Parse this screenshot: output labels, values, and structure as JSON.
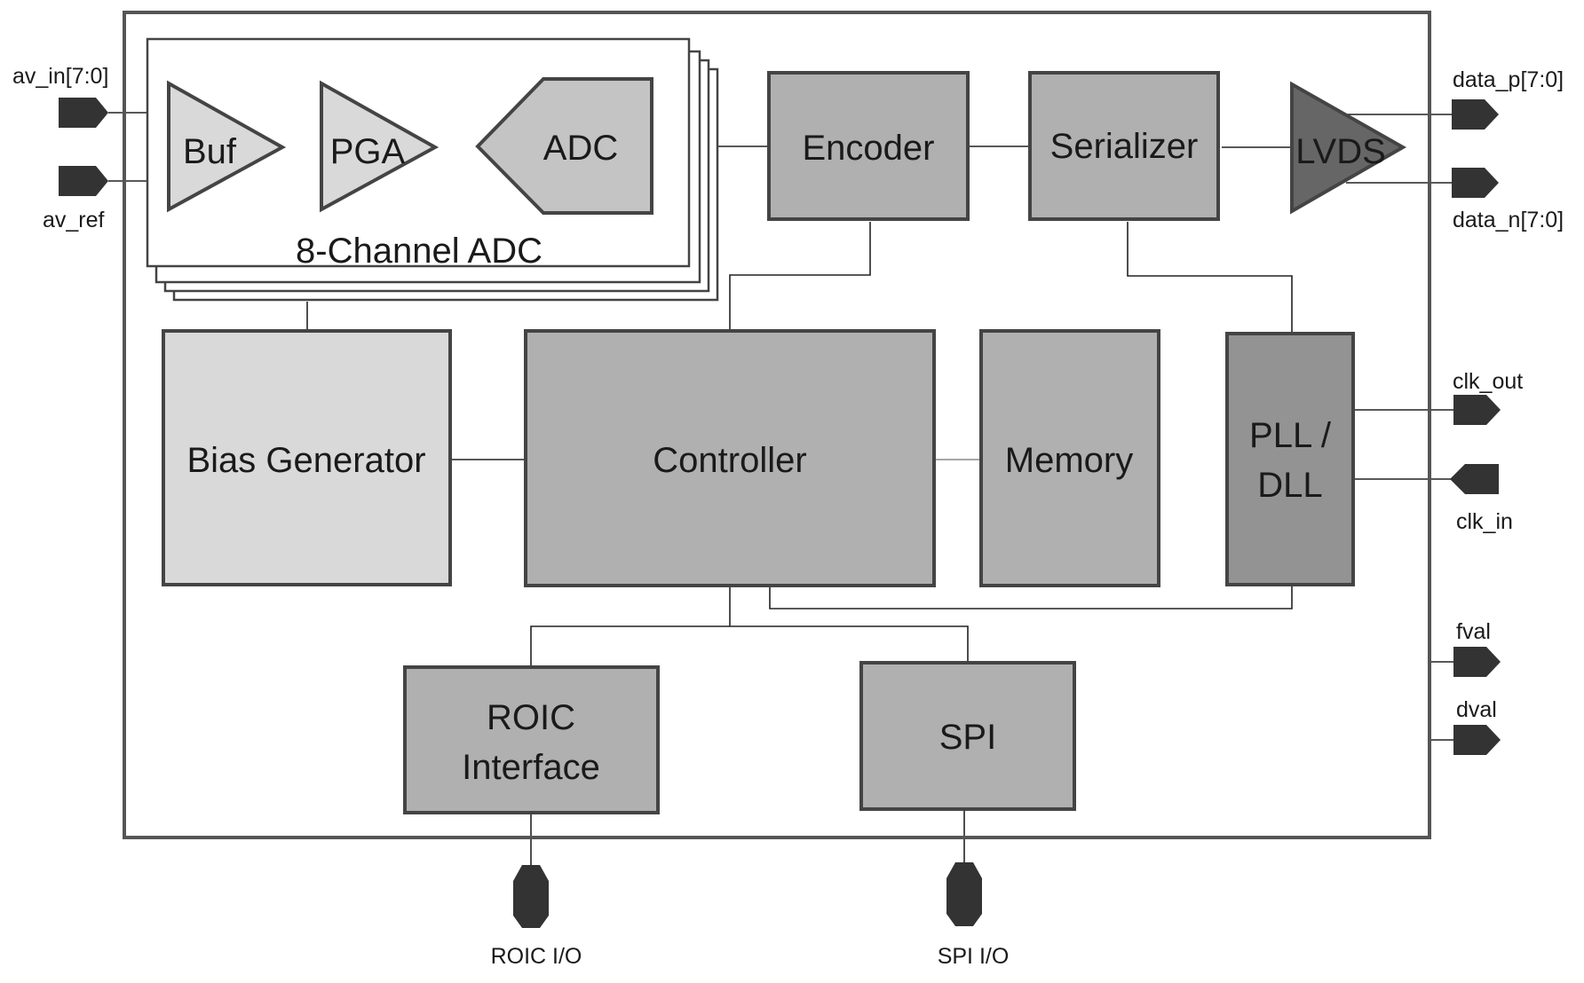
{
  "blocks": {
    "buf": "Buf",
    "pga": "PGA",
    "adc": "ADC",
    "adc_stack": "8-Channel ADC",
    "encoder": "Encoder",
    "serializer": "Serializer",
    "lvds": "LVDS",
    "bias": "Bias Generator",
    "controller": "Controller",
    "memory": "Memory",
    "pll_line1": "PLL /",
    "pll_line2": "DLL",
    "roic_line1": "ROIC",
    "roic_line2": "Interface",
    "spi": "SPI"
  },
  "pins": {
    "av_in": "av_in[7:0]",
    "av_ref": "av_ref",
    "data_p": "data_p[7:0]",
    "data_n": "data_n[7:0]",
    "clk_out": "clk_out",
    "clk_in": "clk_in",
    "fval": "fval",
    "dval": "dval",
    "roic_io": "ROIC I/O",
    "spi_io": "SPI I/O"
  },
  "colors": {
    "pin_fill": "#333333",
    "box_border": "#444444",
    "light_fill": "#d9d9d9",
    "mid_fill": "#b0b0b0",
    "dark_fill": "#939393",
    "lvds_fill": "#666666"
  }
}
